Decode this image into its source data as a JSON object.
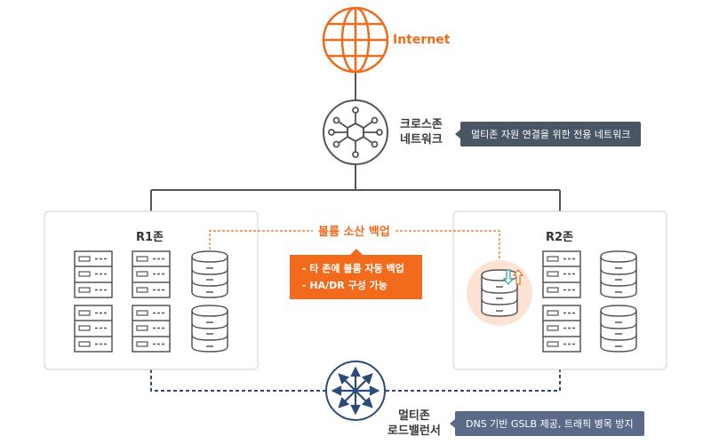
{
  "internet": {
    "label": "Internet",
    "icon": "globe-icon"
  },
  "cross_zone": {
    "label_line1": "크로스존",
    "label_line2": "네트워크",
    "tag": "멀티존 자원 연결을 위한 전용 네트워크",
    "icon": "network-hub-icon"
  },
  "zones": {
    "r1": {
      "title": "R1존"
    },
    "r2": {
      "title": "R2존"
    }
  },
  "backup": {
    "title": "볼륨 소산 백업",
    "items": [
      "- 타 존에 볼륨 자동 백업",
      "- HA/DR 구성 가능"
    ]
  },
  "load_balancer": {
    "label_line1": "멀티존",
    "label_line2": "로드밸런서",
    "tag": "DNS 기반 GSLB 제공, 트래픽 병목 방지",
    "icon": "load-balancer-arrows-icon"
  },
  "colors": {
    "accent": "#f26a1b",
    "line": "#555555",
    "dashed_blue": "#2d4a7a",
    "tag_bg": "#4a5566",
    "zone_border": "#d8d8d8",
    "backup_highlight": "#fde3d4"
  }
}
